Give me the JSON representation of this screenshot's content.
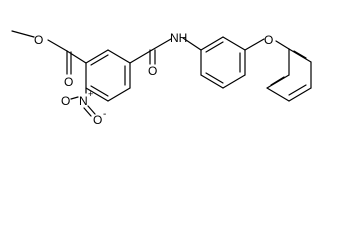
{
  "structure": {
    "atom_labels": {
      "ester_o_single": "O",
      "ester_o_double": "O",
      "nitro_o_top": "O",
      "nitro_n": "N",
      "nitro_plus": "+",
      "nitro_o_bottom": "O",
      "nitro_minus": "-",
      "amide_o": "O",
      "amide_nh": "NH",
      "ether_o": "O"
    }
  }
}
